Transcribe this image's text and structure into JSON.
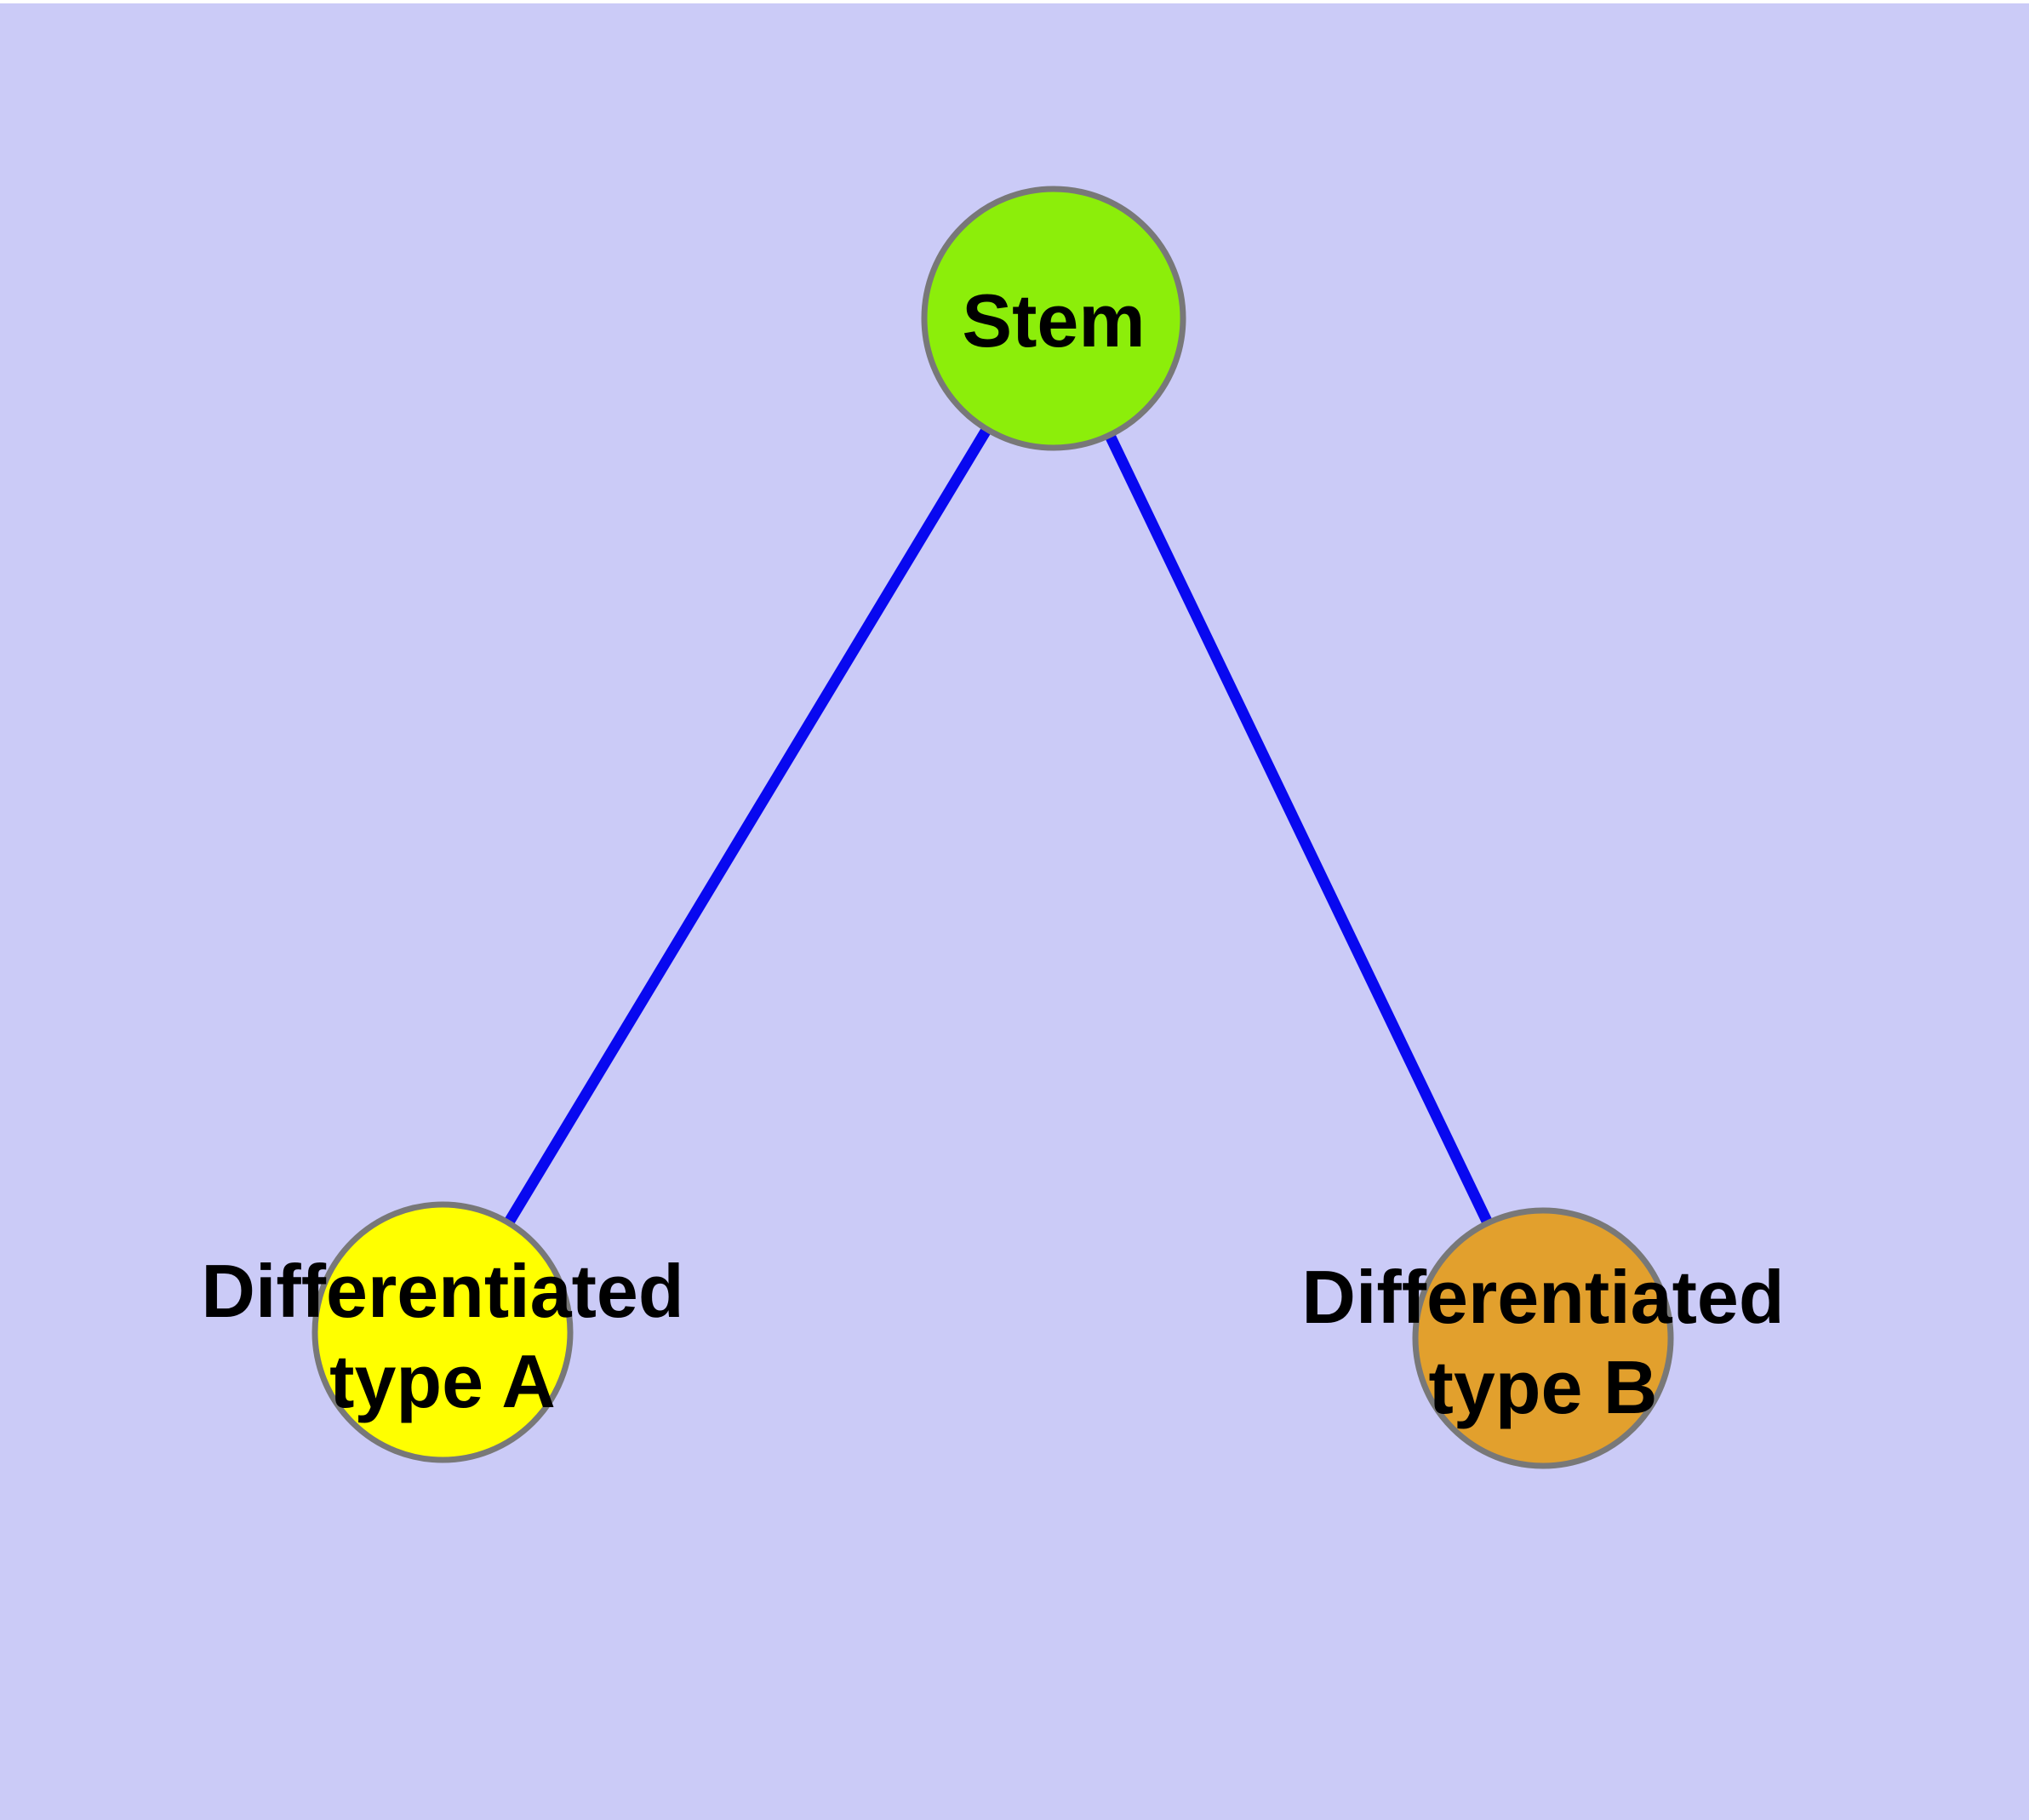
{
  "figure": {
    "type": "node-edge-graph",
    "background_color": "#CBCBF7",
    "top_strip_color": "#FFFFFF",
    "node_border_color": "#787878",
    "edge_color": "#0808F0",
    "text_color": "#000000",
    "nodes": [
      {
        "id": "stem",
        "label": "Stem",
        "label_line1": "Stem",
        "label_line2": "",
        "fill": "#8CEE0A"
      },
      {
        "id": "differentiated-type-a",
        "label": "Differentiated type A",
        "label_line1": "Differentiated",
        "label_line2": "type A",
        "fill": "#FFFF00"
      },
      {
        "id": "differentiated-type-b",
        "label": "Differentiated type B",
        "label_line1": "Differentiated",
        "label_line2": "type B",
        "fill": "#E2A02D"
      }
    ],
    "edges": [
      {
        "from": "Stem",
        "to": "Differentiated type A"
      },
      {
        "from": "Stem",
        "to": "Differentiated type B"
      }
    ]
  }
}
